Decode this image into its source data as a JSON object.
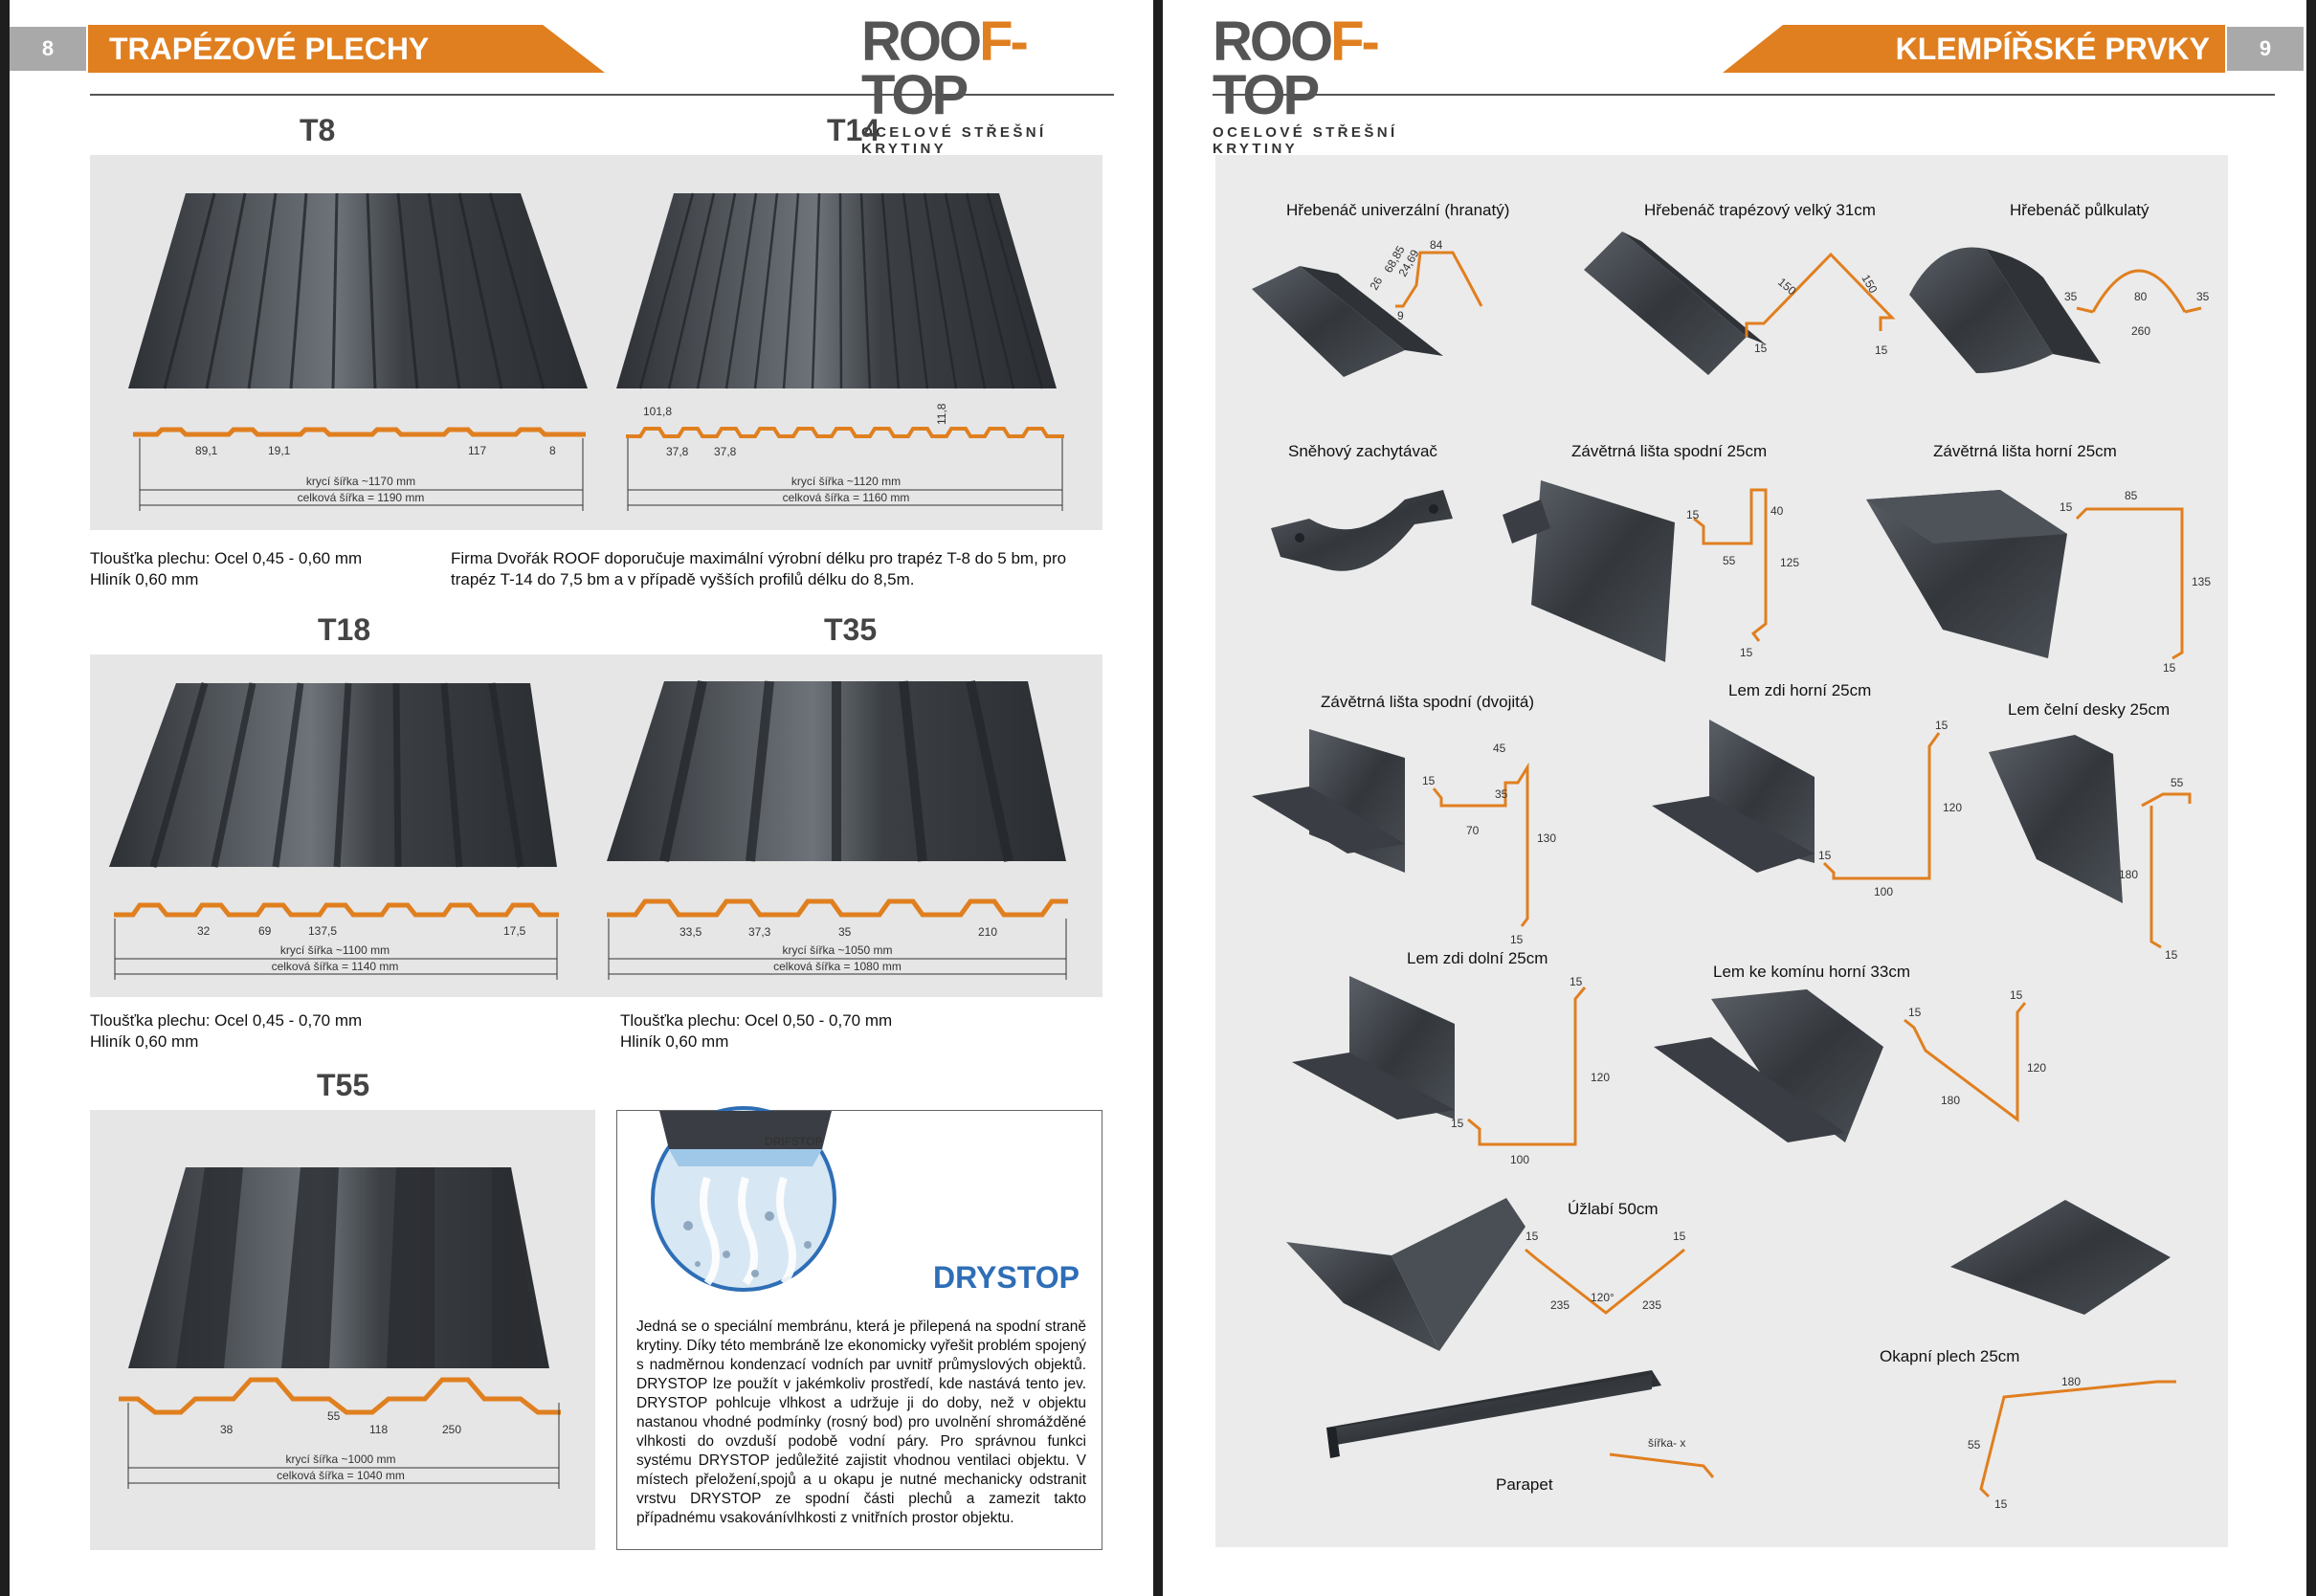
{
  "left_page": {
    "page_number": "8",
    "section_title": "TRAPÉZOVÉ PLECHY",
    "logo": {
      "word": "ROOFTOP",
      "tagline": "OCELOVÉ STŘEŠNÍ KRYTINY"
    },
    "profiles": {
      "t8": {
        "name": "T8",
        "dims": [
          "89,1",
          "19,1",
          "117",
          "8"
        ],
        "kryci": "krycí šířka ~1170 mm",
        "celkova": "celková šířka = 1190 mm"
      },
      "t14": {
        "name": "T14",
        "dims": [
          "101,8",
          "37,8",
          "37,8",
          "11,8"
        ],
        "kryci": "krycí šířka ~1120 mm",
        "celkova": "celková šířka = 1160 mm"
      },
      "t18": {
        "name": "T18",
        "dims": [
          "32",
          "69",
          "137,5",
          "17,5"
        ],
        "kryci": "krycí šířka ~1100 mm",
        "celkova": "celková šířka = 1140 mm"
      },
      "t35": {
        "name": "T35",
        "dims": [
          "33,5",
          "37,3",
          "35",
          "210"
        ],
        "kryci": "krycí šířka ~1050 mm",
        "celkova": "celková šířka = 1080 mm"
      },
      "t55": {
        "name": "T55",
        "dims": [
          "38",
          "55",
          "118",
          "250"
        ],
        "kryci": "krycí šířka ~1000 mm",
        "celkova": "celková šířka = 1040 mm"
      }
    },
    "text_t8": [
      "Tloušťka plechu: Ocel 0,45 - 0,60 mm",
      "Hliník 0,60 mm"
    ],
    "text_recommend": [
      "Firma Dvořák ROOF doporučuje maximální výrobní délku pro trapéz T-8 do 5 bm, pro",
      "trapéz T-14 do 7,5 bm a v případě vyšších profilů délku do 8,5m."
    ],
    "text_t18": [
      "Tloušťka plechu: Ocel 0,45 - 0,70 mm",
      "Hliník 0,60 mm"
    ],
    "text_t35": [
      "Tloušťka plechu: Ocel 0,50 - 0,70 mm",
      "Hliník 0,60 mm"
    ],
    "drystop": {
      "badge": "DRIFSTOP",
      "title": "DRYSTOP",
      "body": "Jedná se o speciální membránu, která je přilepená na spodní straně krytiny. Díky této membráně lze ekonomicky vyřešit problém spojený s nadměrnou kondenzací vodních par uvnitř průmyslových objektů. DRYSTOP lze použít v jakémkoliv prostředí, kde nastává tento jev. DRYSTOP pohlcuje vlhkost a udržuje ji do doby, než v objektu nastanou vhodné podmínky (rosný bod) pro uvolnění shromážděné vlhkosti do ovzduší podobě vodní páry. Pro správnou funkci systému DRYSTOP jedůležité zajistit vhodnou ventilaci objektu. V místech přeložení,spojů a u okapu je nutné mechanicky odstranit vrstvu DRYSTOP ze spodní části plechů a zamezit takto případnému vsakovánívlhkosti z vnitřních prostor objektu."
    }
  },
  "right_page": {
    "page_number": "9",
    "section_title": "KLEMPÍŘSKÉ PRVKY",
    "logo": {
      "word": "ROOFTOP",
      "tagline": "OCELOVÉ STŘEŠNÍ KRYTINY"
    },
    "items": {
      "hreb_univ": {
        "label": "Hřebenáč univerzální (hranatý)",
        "dims": [
          "84",
          "68,85",
          "24,69",
          "26",
          "9"
        ]
      },
      "hreb_trap": {
        "label": "Hřebenáč trapézový velký 31cm",
        "dims": [
          "150",
          "150",
          "15",
          "15"
        ]
      },
      "hreb_pulk": {
        "label": "Hřebenáč půlkulatý",
        "dims": [
          "35",
          "80",
          "35",
          "260"
        ]
      },
      "snehovy": {
        "label": "Sněhový zachytávač"
      },
      "zav_spodni": {
        "label": "Závětrná lišta spodní 25cm",
        "dims": [
          "15",
          "40",
          "55",
          "125",
          "15"
        ]
      },
      "zav_horni": {
        "label": "Závětrná lišta horní 25cm",
        "dims": [
          "85",
          "15",
          "135",
          "15"
        ]
      },
      "zav_dvojita": {
        "label": "Závětrná lišta spodní (dvojitá)",
        "dims": [
          "45",
          "15",
          "35",
          "130",
          "70",
          "15"
        ]
      },
      "lem_zdi_horni": {
        "label": "Lem zdi horní 25cm",
        "dims": [
          "15",
          "120",
          "15",
          "100"
        ]
      },
      "lem_celni": {
        "label": "Lem čelní desky 25cm",
        "dims": [
          "55",
          "180",
          "15"
        ]
      },
      "lem_zdi_dolni": {
        "label": "Lem zdi dolní 25cm",
        "dims": [
          "15",
          "120",
          "15",
          "100"
        ]
      },
      "lem_komin": {
        "label": "Lem ke komínu horní 33cm",
        "dims": [
          "15",
          "15",
          "120",
          "180"
        ]
      },
      "uzlabi": {
        "label": "Úžlabí 50cm",
        "dims": [
          "15",
          "15",
          "235",
          "120°",
          "235"
        ]
      },
      "okapni": {
        "label": "Okapní plech 25cm",
        "dims": [
          "180",
          "55",
          "15"
        ]
      },
      "parapet": {
        "label": "Parapet",
        "dims": [
          "šířka- x"
        ]
      }
    }
  },
  "colors": {
    "accent": "#e07f1f",
    "metal": "#3f4349",
    "panel": "#e6e6e6",
    "drystop_blue": "#2e6eb6"
  }
}
